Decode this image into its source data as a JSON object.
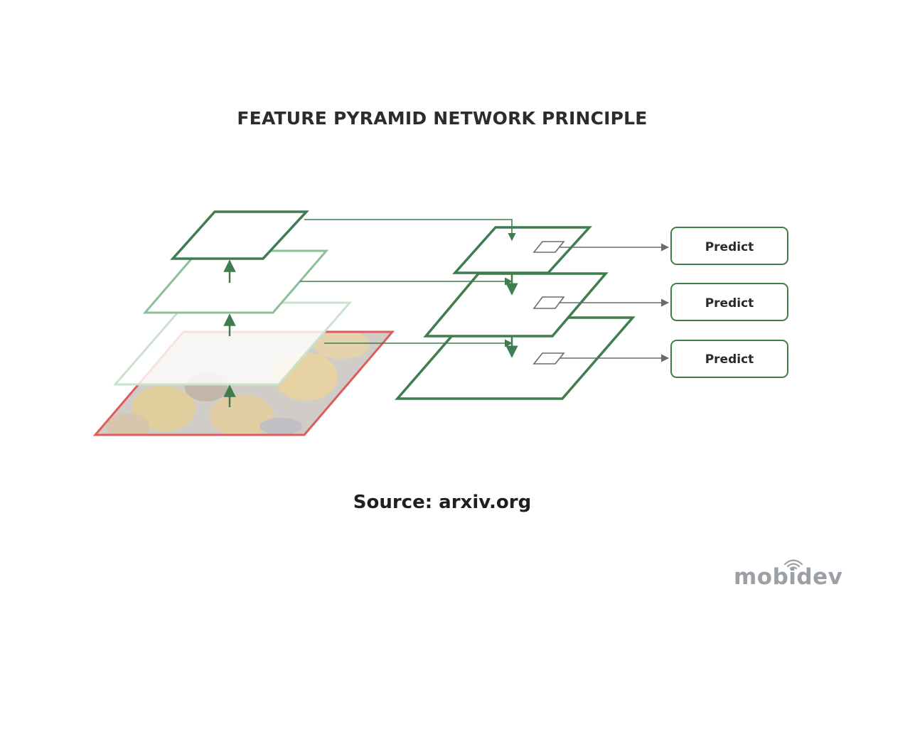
{
  "title": "FEATURE PYRAMID NETWORK PRINCIPLE",
  "predict_boxes": [
    {
      "label": "Predict"
    },
    {
      "label": "Predict"
    },
    {
      "label": "Predict"
    }
  ],
  "source": "Source: arxiv.org",
  "logo": {
    "text": "mobidev"
  },
  "colors": {
    "dark_green": "#3f7d4f",
    "mid_green": "#8cbf97",
    "light_green": "#c9e2cd",
    "image_border": "#e25b5b",
    "arrow_gray": "#6b6b6b",
    "logo_gray": "#9aa0a6"
  },
  "icons": [
    "up-arrow-icon",
    "arrow-right-icon",
    "anchor-box-icon",
    "wifi-signal-icon"
  ]
}
